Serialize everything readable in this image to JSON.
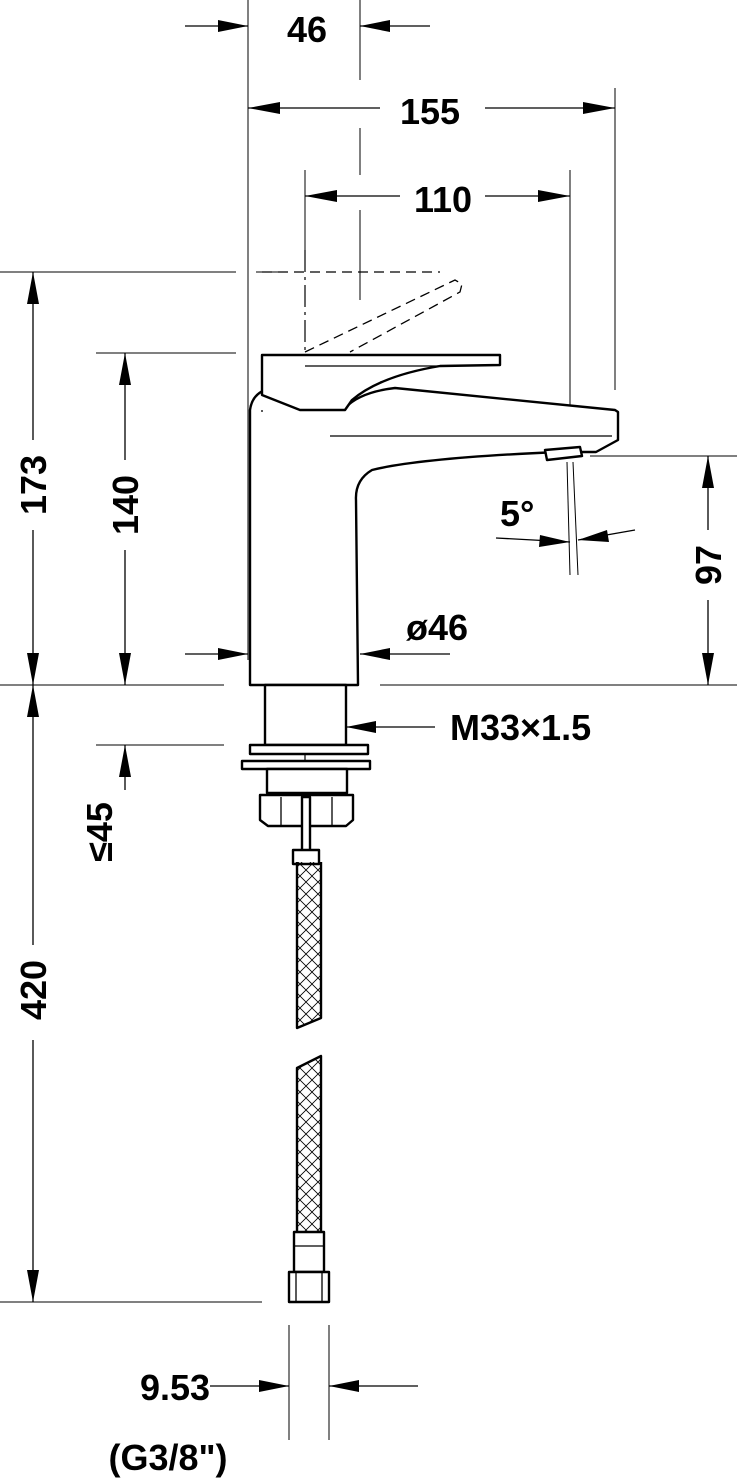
{
  "dimensions": {
    "lever_width": "46",
    "overall_width": "155",
    "spout_reach": "110",
    "overall_height": "173",
    "body_height": "140",
    "spout_height": "97",
    "spout_angle": "5°",
    "body_diameter": "ø46",
    "thread": "M33×1.5",
    "max_deck_thickness": "≤45",
    "hose_length": "420",
    "hose_connection": "9.53",
    "hose_thread": "(G3/8\")"
  }
}
